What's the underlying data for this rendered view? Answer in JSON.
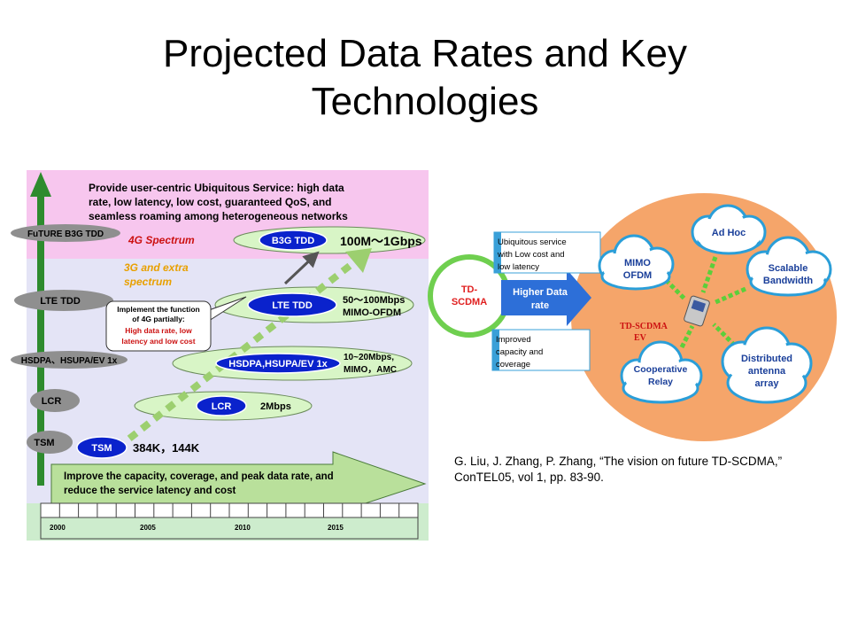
{
  "title": "Projected Data Rates and Key Technologies",
  "citation": "G. Liu, J. Zhang, P. Zhang, “The vision on future TD-SCDMA,” ConTEL05, vol 1, pp. 83-90.",
  "roadmap": {
    "top_banner": [
      "Provide user-centric Ubiquitous Service: high data",
      "rate, low latency, low cost, guaranteed  QoS, and",
      "seamless roaming among heterogeneous networks"
    ],
    "spectrum_4g": "4G Spectrum",
    "spectrum_3g": [
      "3G and extra",
      "spectrum"
    ],
    "left_labels": [
      "FuTURE B3G TDD",
      "LTE TDD",
      "HSDPA、HSUPA/EV 1x",
      "LCR",
      "TSM"
    ],
    "tech_pills": [
      {
        "label": "B3G TDD",
        "rate": [
          "100M〜1Gbps"
        ]
      },
      {
        "label": "LTE TDD",
        "rate": [
          "50〜100Mbps",
          "MIMO-OFDM"
        ]
      },
      {
        "label": "HSDPA,HSUPA/EV 1x",
        "rate": [
          "10~20Mbps,",
          "MIMO，AMC"
        ]
      },
      {
        "label": "LCR",
        "rate": [
          "2Mbps"
        ]
      },
      {
        "label": "TSM",
        "rate": [
          "384K，144K"
        ]
      }
    ],
    "callout": [
      "Implement the function",
      "of 4G partially:",
      "High data rate, low",
      "latency and low cost"
    ],
    "bottom_arrow": [
      "Improve the capacity, coverage, and peak data rate, and",
      "reduce the service latency and cost"
    ],
    "years": [
      "2000",
      "2005",
      "2010",
      "2015"
    ]
  },
  "vision": {
    "td_scdma": [
      "TD-",
      "SCDMA"
    ],
    "higher_data_rate": [
      "Higher Data",
      "rate"
    ],
    "ubiquitous_box": [
      "Ubiquitous    service",
      "with  Low  cost  and",
      "low latency"
    ],
    "improved_box": [
      "Improved",
      "capacity        and",
      "coverage"
    ],
    "center_label": [
      "TD-SCDMA",
      "EV"
    ],
    "clouds": [
      {
        "lines": [
          "Ad Hoc"
        ]
      },
      {
        "lines": [
          "MIMO",
          "OFDM"
        ]
      },
      {
        "lines": [
          "Scalable",
          "Bandwidth"
        ]
      },
      {
        "lines": [
          "Cooperative",
          "Relay"
        ]
      },
      {
        "lines": [
          "Distributed",
          "antenna",
          "array"
        ]
      }
    ]
  },
  "colors": {
    "pill_blue": "#0a22cc",
    "green_band": "#cdeccd",
    "pink_band": "#f7c6ee",
    "lav_band": "#e4e4f6",
    "orange_disc": "#f5a56a",
    "gray_label": "#8f8f8f",
    "green_arrow": "#b9e09b"
  }
}
